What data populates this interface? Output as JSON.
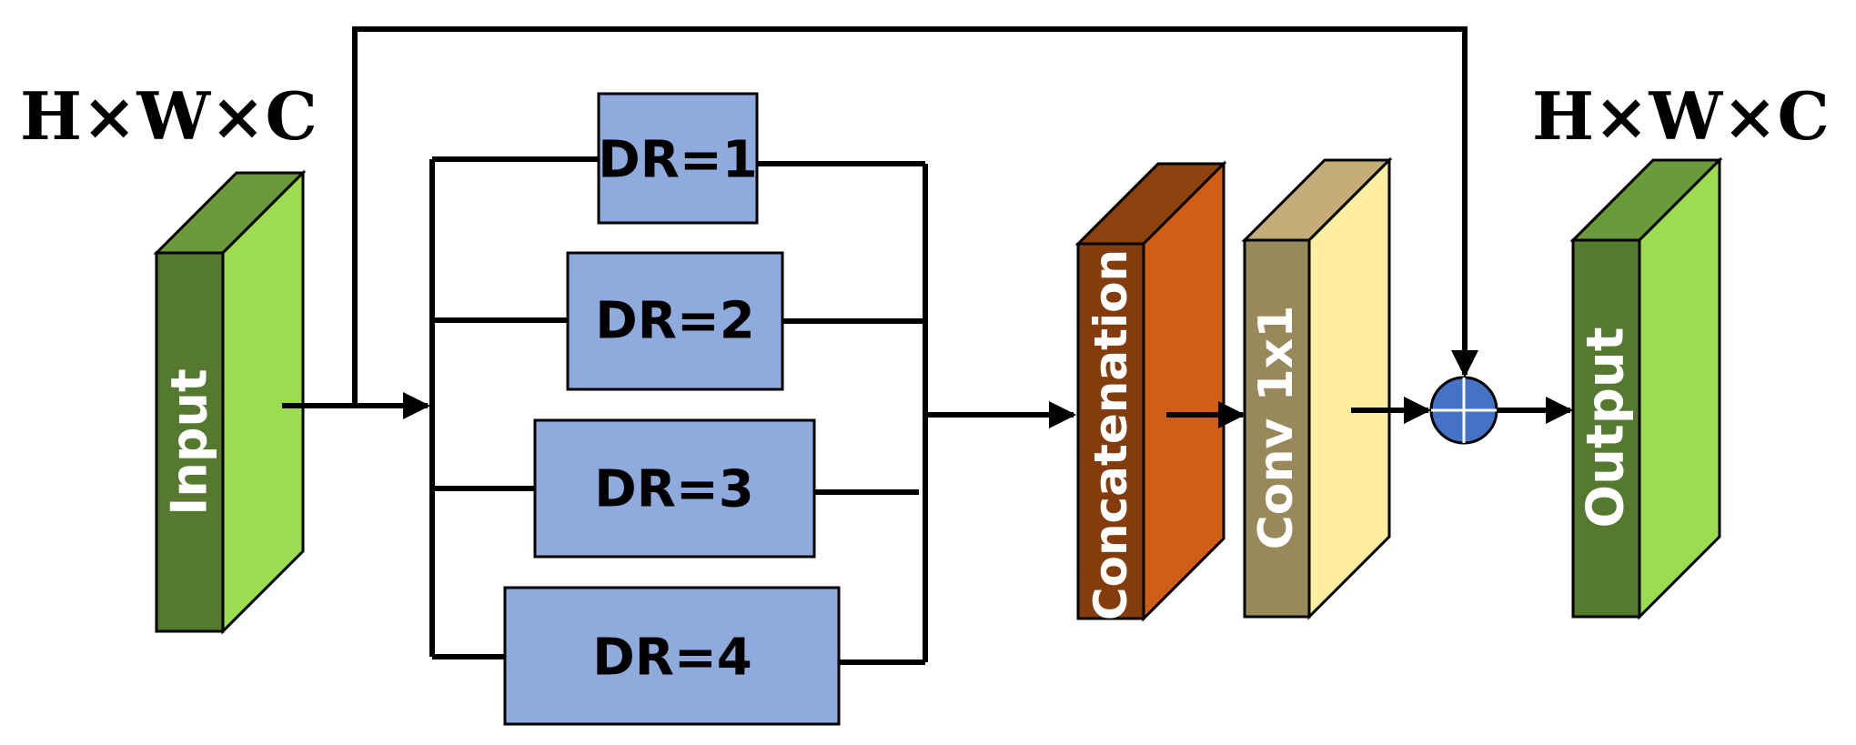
{
  "dims": {
    "input": "H×W×C",
    "output": "H×W×C"
  },
  "branches": [
    {
      "label": "DR=1"
    },
    {
      "label": "DR=2"
    },
    {
      "label": "DR=3"
    },
    {
      "label": "DR=4"
    }
  ],
  "blocks": {
    "input": {
      "label": "Input",
      "front": "#54792f",
      "side": "#9bdc50",
      "top": "#6a9a3a"
    },
    "concat": {
      "label": "Concatenation",
      "front": "#843c0c",
      "side": "#d05e14",
      "top": "#8e400e"
    },
    "conv": {
      "label": "Conv 1x1",
      "front": "#978959",
      "side": "#ffee9f",
      "top": "#c4ad76"
    },
    "output": {
      "label": "Output",
      "front": "#54792f",
      "side": "#9bdc50",
      "top": "#6a9a3a"
    }
  },
  "colors": {
    "branch_box": "#8faadc",
    "add_node": "#4472c4"
  }
}
